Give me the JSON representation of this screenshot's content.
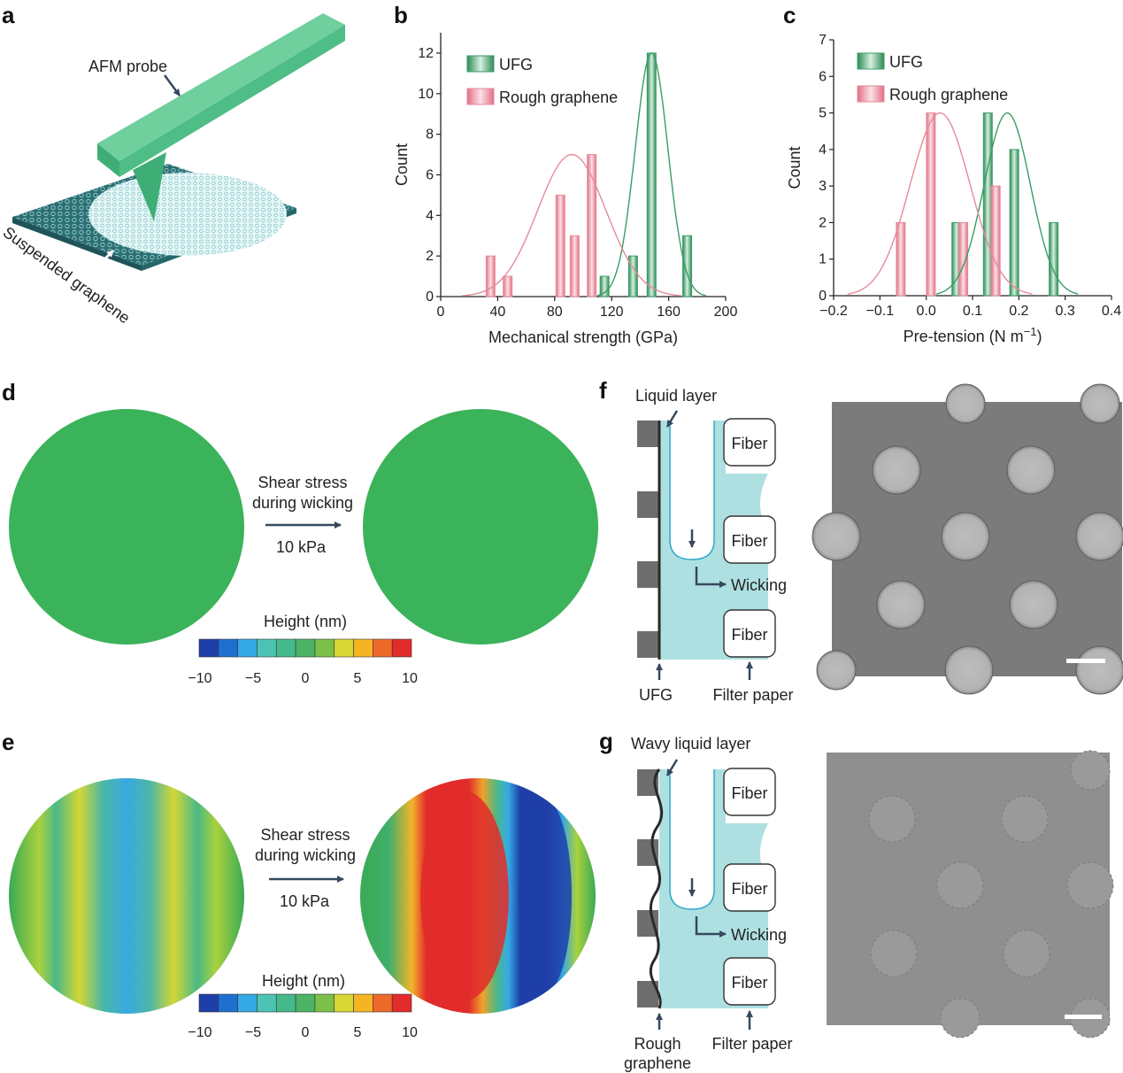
{
  "panels": {
    "a": {
      "label": "a",
      "probe_label": "AFM probe",
      "membrane_label": "Suspended graphene"
    },
    "b": {
      "label": "b"
    },
    "c": {
      "label": "c"
    },
    "d": {
      "label": "d",
      "arrow_line1": "Shear stress",
      "arrow_line2": "during wicking",
      "pressure": "10 kPa",
      "colorbar_title": "Height (nm)",
      "colorbar_ticks": [
        "−10",
        "−5",
        "0",
        "5",
        "10"
      ]
    },
    "e": {
      "label": "e",
      "arrow_line1": "Shear stress",
      "arrow_line2": "during wicking",
      "pressure": "10 kPa",
      "colorbar_title": "Height (nm)",
      "colorbar_ticks": [
        "−10",
        "−5",
        "0",
        "5",
        "10"
      ]
    },
    "f": {
      "label": "f",
      "liquid_label": "Liquid layer",
      "fiber_labels": [
        "Fiber",
        "Fiber",
        "Fiber"
      ],
      "wicking_label": "Wicking",
      "bottom_left": "UFG",
      "bottom_right": "Filter paper"
    },
    "g": {
      "label": "g",
      "liquid_label": "Wavy liquid layer",
      "fiber_labels": [
        "Fiber",
        "Fiber",
        "Fiber"
      ],
      "wicking_label": "Wicking",
      "bottom_left_line1": "Rough",
      "bottom_left_line2": "graphene",
      "bottom_right": "Filter paper"
    }
  },
  "colors": {
    "ufg": "#3a9d64",
    "rough": "#e58a9a",
    "flat_height": "#3bb35a",
    "liquid": "#aee0e2",
    "arrow": "#34495e",
    "colormap": [
      "#1f3fa8",
      "#1e6fd0",
      "#35a9e4",
      "#4cc3b3",
      "#45b98a",
      "#4db365",
      "#7cc04a",
      "#d9d735",
      "#f6b425",
      "#ee6a2b",
      "#e22b2b"
    ]
  },
  "chart_data": [
    {
      "id": "b",
      "type": "bar",
      "xlabel": "Mechanical strength (GPa)",
      "ylabel": "Count",
      "xlim": [
        0,
        200
      ],
      "ylim": [
        0,
        13
      ],
      "xticks": [
        0,
        40,
        80,
        120,
        160,
        200
      ],
      "yticks": [
        0,
        2,
        4,
        6,
        8,
        10,
        12
      ],
      "legend_position": "top-left",
      "series": [
        {
          "name": "UFG",
          "color": "#3a9d64",
          "x": [
            115,
            135,
            148,
            173
          ],
          "values": [
            1,
            2,
            12,
            3
          ],
          "fit": {
            "type": "gaussian",
            "mean": 148,
            "sd": 11.5,
            "peak": 12
          }
        },
        {
          "name": "Rough graphene",
          "color": "#e58a9a",
          "x": [
            35,
            47,
            84,
            94,
            106
          ],
          "values": [
            2,
            1,
            5,
            3,
            7
          ],
          "fit": {
            "type": "gaussian",
            "mean": 92,
            "sd": 24,
            "peak": 7
          }
        }
      ]
    },
    {
      "id": "c",
      "type": "bar",
      "xlabel": "Pre-tension (N m",
      "xlabel_sup": "−1",
      "xlabel_tail": ")",
      "ylabel": "Count",
      "xlim": [
        -0.2,
        0.4
      ],
      "ylim": [
        0,
        7
      ],
      "xticks": [
        "−0.2",
        "−0.1",
        "0.0",
        "0.1",
        "0.2",
        "0.3",
        "0.4"
      ],
      "yticks": [
        0,
        1,
        2,
        3,
        4,
        5,
        6,
        7
      ],
      "legend_position": "top-left",
      "series": [
        {
          "name": "UFG",
          "color": "#3a9d64",
          "x": [
            0.065,
            0.133,
            0.19,
            0.275
          ],
          "values": [
            2,
            5,
            4,
            2
          ],
          "fit": {
            "type": "gaussian",
            "mean": 0.175,
            "sd": 0.05,
            "peak": 5
          }
        },
        {
          "name": "Rough graphene",
          "color": "#e58a9a",
          "x": [
            -0.055,
            0.01,
            0.08,
            0.15
          ],
          "values": [
            2,
            5,
            2,
            3
          ],
          "fit": {
            "type": "gaussian",
            "mean": 0.03,
            "sd": 0.065,
            "peak": 5
          }
        }
      ]
    }
  ]
}
